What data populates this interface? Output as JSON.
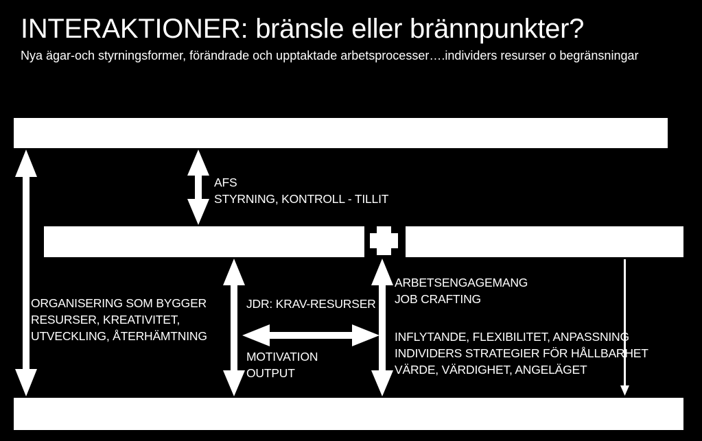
{
  "title": "INTERAKTIONER: bränsle eller brännpunkter?",
  "subtitle": "Nya ägar-och styrningsformer, förändrade och upptaktade arbetsprocesser….individers resurser o begränsningar",
  "labels": {
    "afs": [
      "AFS",
      "STYRNING, KONTROLL - TILLIT"
    ],
    "organisering": [
      "ORGANISERING SOM BYGGER",
      "RESURSER, KREATIVITET,",
      "UTVECKLING, ÅTERHÄMTNING"
    ],
    "jdr": "JDR: KRAV-RESURSER",
    "motivation": [
      "MOTIVATION",
      "OUTPUT"
    ],
    "engagemang": [
      "ARBETSENGAGEMANG",
      "JOB CRAFTING"
    ],
    "inflytande": [
      "INFLYTANDE, FLEXIBILITET, ANPASSNING",
      "INDIVIDERS STRATEGIER FÖR HÅLLBARHET",
      "VÄRDE, VÄRDIGHET, ANGELÄGET"
    ]
  },
  "colors": {
    "background": "#000000",
    "foreground": "#ffffff"
  }
}
